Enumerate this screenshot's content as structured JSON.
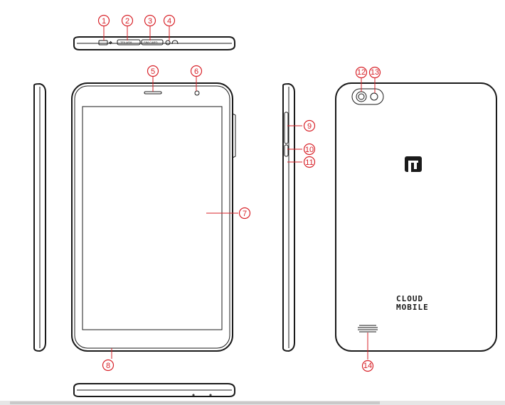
{
  "callouts": {
    "c1": "1",
    "c2": "2",
    "c3": "3",
    "c4": "4",
    "c5": "5",
    "c6": "6",
    "c7": "7",
    "c8": "8",
    "c9": "9",
    "c10": "10",
    "c11": "11",
    "c12": "12",
    "c13": "13",
    "c14": "14"
  },
  "port_labels": {
    "tflash": "TF/LASH",
    "sim": "SIM CARD"
  },
  "brand": {
    "logo_glyph": "ГП",
    "line1": "CLOUD",
    "line2": "MOBILE"
  },
  "colors": {
    "callout": "#d8232a",
    "device": "#1a1a1a"
  }
}
